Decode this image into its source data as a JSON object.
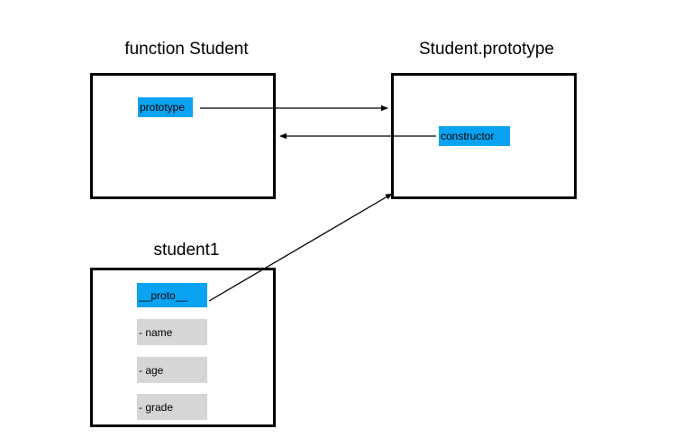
{
  "titles": {
    "function_student": "function Student",
    "student_prototype": "Student.prototype",
    "student1": "student1"
  },
  "function_student_box": {
    "prototype_label": "prototype"
  },
  "prototype_box": {
    "constructor_label": "constructor"
  },
  "student1_box": {
    "proto_label": "__proto__",
    "properties": [
      "- name",
      "- age",
      "- grade"
    ]
  },
  "colors": {
    "highlight": "#0aa3f2",
    "property": "#d6d6d6",
    "border": "#000000"
  }
}
